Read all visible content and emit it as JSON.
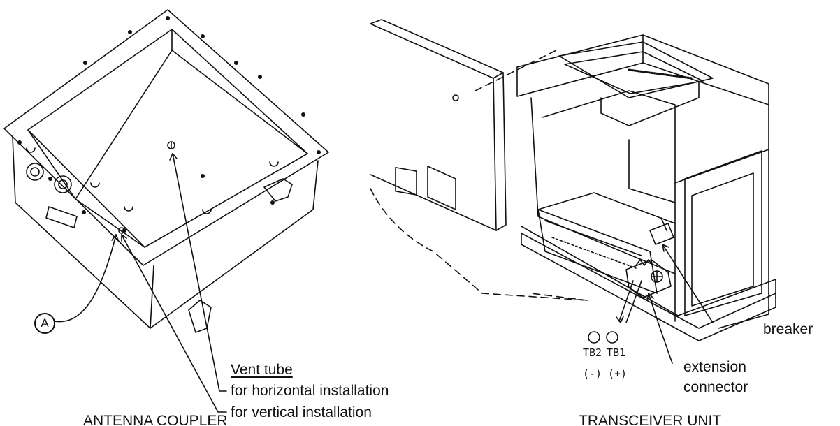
{
  "left_panel": {
    "callout_marker": "A",
    "vent_tube_label": "Vent tube",
    "horizontal_note": "for horizontal installation",
    "vertical_note": "for vertical installation",
    "caption": "ANTENNA COUPLER"
  },
  "right_panel": {
    "breaker_label": "breaker",
    "extension_line1": "extension",
    "extension_line2": "connector",
    "tb2_label": "TB2",
    "tb1_label": "TB1",
    "tb2_polarity": "(-)",
    "tb1_polarity": "(+)",
    "caption": "TRANSCEIVER UNIT"
  }
}
